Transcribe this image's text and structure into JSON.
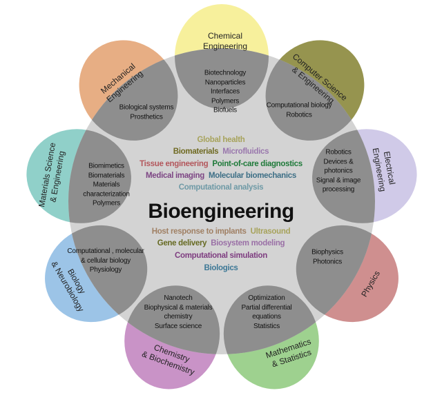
{
  "title": "Bioengineering",
  "colors": {
    "circle": "#d3d3d3",
    "overlap": "#8e8e8e"
  },
  "petals": [
    {
      "label": [
        "Chemical",
        "Engineering"
      ],
      "topics": [
        "Biotechnology",
        "Nanoparticles",
        "Interfaces",
        "Polymers",
        "Biofuels"
      ],
      "color": "#f7f09c"
    },
    {
      "label": [
        "Computer Science",
        "& Engineering"
      ],
      "topics": [
        "Computational biology",
        "Robotics"
      ],
      "color": "#96944f"
    },
    {
      "label": [
        "Electrical",
        "Engineering"
      ],
      "topics": [
        "Robotics",
        "Devices &",
        "photonics",
        "Signal & image",
        "processing"
      ],
      "color": "#d0cae8"
    },
    {
      "label": [
        "Physics"
      ],
      "topics": [
        "Biophysics",
        "Photonics"
      ],
      "color": "#cf8f8f"
    },
    {
      "label": [
        "Mathematics",
        "& Statistics"
      ],
      "topics": [
        "Optimization",
        "Partial differential",
        "equations",
        "Statistics"
      ],
      "color": "#9ed18f"
    },
    {
      "label": [
        "Chemistry",
        "& Biochemistry"
      ],
      "topics": [
        "Nanotech",
        "Biophysical & materials",
        "chemistry",
        "Surface science"
      ],
      "color": "#c993c7"
    },
    {
      "label": [
        "Biology",
        "& Neurobiology"
      ],
      "topics": [
        "Computational , molecular",
        "& cellular biology",
        "Physiology"
      ],
      "color": "#9cc4e7"
    },
    {
      "label": [
        "Materials Science",
        "& Engineering"
      ],
      "topics": [
        "Biomimetics",
        "Biomaterials",
        "Materials",
        "characterization",
        "Polymers"
      ],
      "color": "#90d0c9"
    },
    {
      "label": [
        "Mechanical",
        "Engineering"
      ],
      "topics": [
        "Biological systems",
        "Prosthetics"
      ],
      "color": "#e7ae84"
    }
  ],
  "keywords": [
    [
      {
        "text": "Global health",
        "color": "#a7a35c"
      }
    ],
    [
      {
        "text": "Biomaterials",
        "color": "#6f6a22"
      },
      {
        "text": "Microfluidics",
        "color": "#9a78ad"
      }
    ],
    [
      {
        "text": "Tissue engineering",
        "color": "#b3575c"
      },
      {
        "text": "Point-of-care diagnostics",
        "color": "#1f7a3a"
      }
    ],
    [
      {
        "text": "Medical imaging",
        "color": "#7d4684"
      },
      {
        "text": "Molecular biomechanics",
        "color": "#3d6f86"
      }
    ],
    [
      {
        "text": "Computational analysis",
        "color": "#6f9aa6"
      }
    ],
    [
      {
        "text": "Host response to implants",
        "color": "#a08064"
      },
      {
        "text": "Ultrasound",
        "color": "#a7a35c"
      }
    ],
    [
      {
        "text": "Gene delivery",
        "color": "#666a22"
      },
      {
        "text": "Biosystem modeling",
        "color": "#9a70a6"
      }
    ],
    [
      {
        "text": "Computational simulation",
        "color": "#7e3d80"
      }
    ],
    [
      {
        "text": "Biologics",
        "color": "#3d7896"
      }
    ]
  ]
}
